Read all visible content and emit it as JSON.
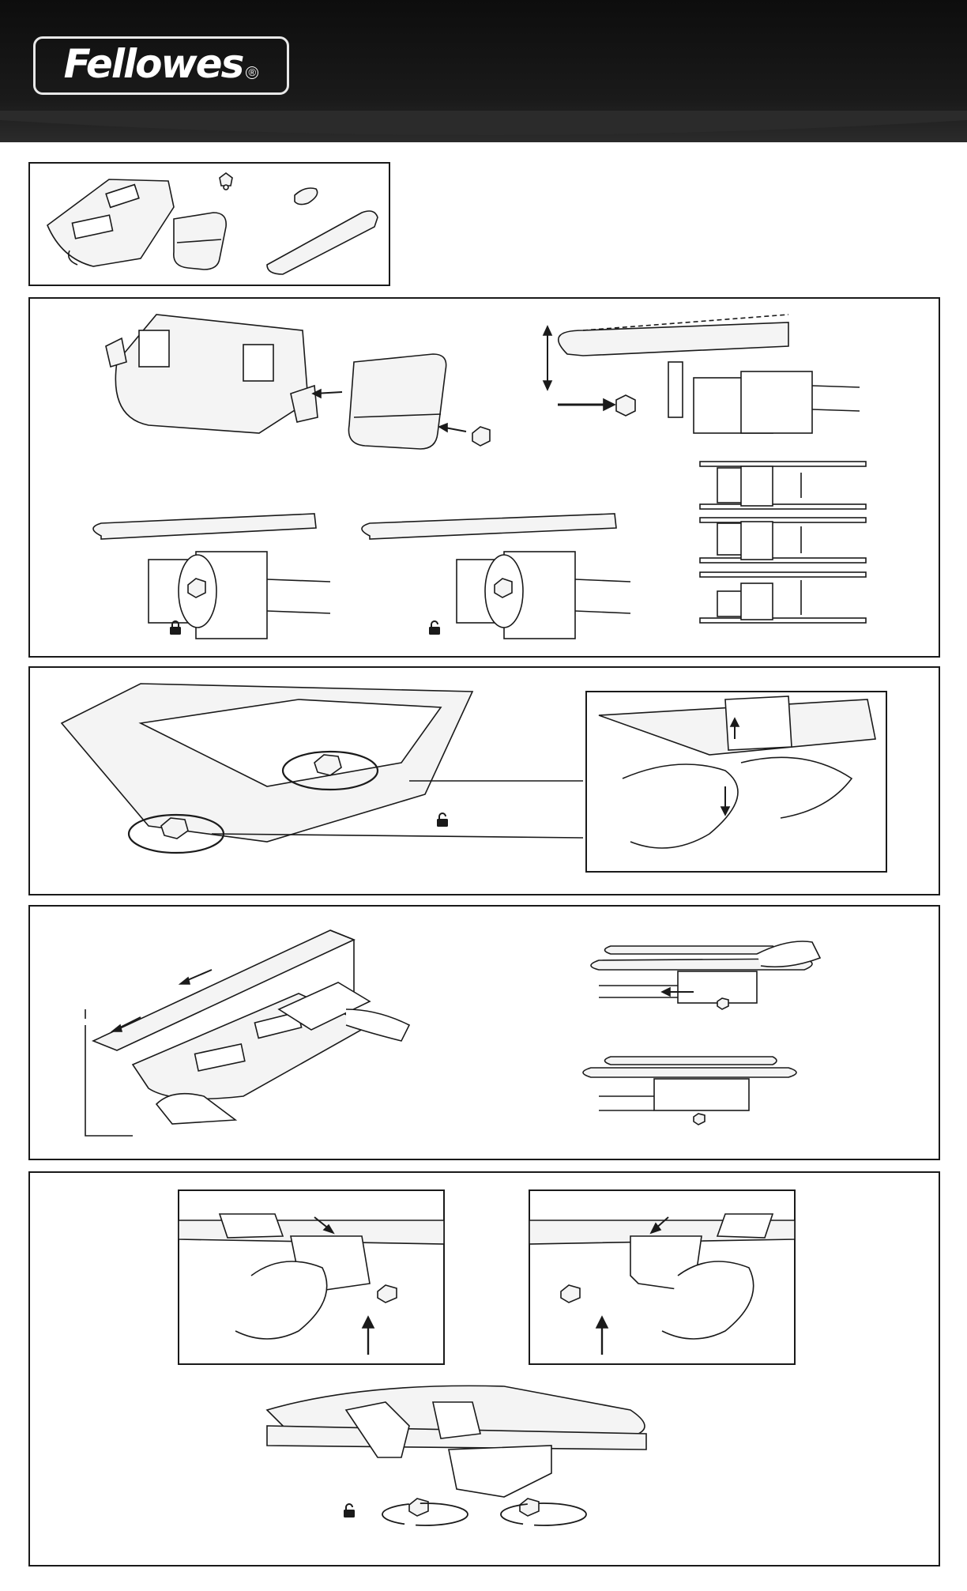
{
  "header": {
    "logo": "Fellowes",
    "logo_mark": "®"
  },
  "panels": [
    {
      "name": "parts-panel",
      "icons": []
    },
    {
      "name": "assembly-panel",
      "icons": [
        "unlock-icon",
        "lock-icon"
      ]
    },
    {
      "name": "loosen-knobs-panel",
      "icons": [
        "unlock-icon"
      ]
    },
    {
      "name": "slide-under-desk-panel",
      "icons": []
    },
    {
      "name": "tighten-clamps-panel",
      "icons": [
        "unlock-icon"
      ]
    }
  ],
  "colors": {
    "header_bg": "#111111",
    "line": "#1a1a1a",
    "fill_light": "#f2f2f2"
  }
}
